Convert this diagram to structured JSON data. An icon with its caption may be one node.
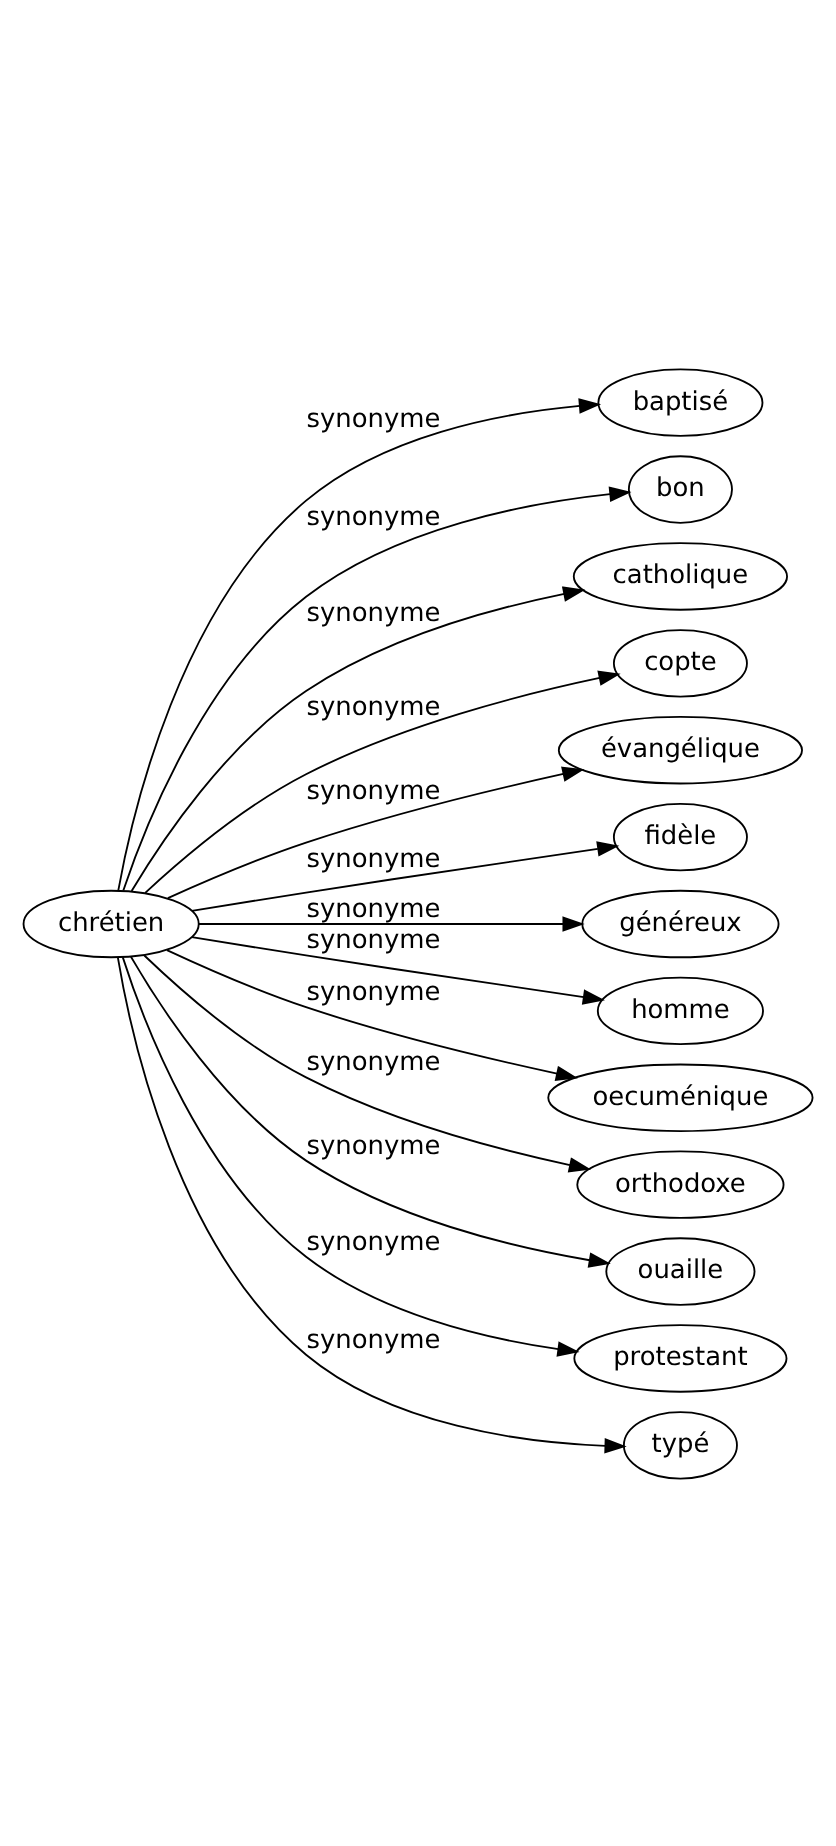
{
  "diagram": {
    "nodes": [
      {
        "text": [
          "chrétien"
        ]
      },
      {
        "text": [
          "baptisé"
        ]
      },
      {
        "text": [
          "bon"
        ]
      },
      {
        "text": [
          "catholique"
        ]
      },
      {
        "text": [
          "copte"
        ]
      },
      {
        "text": [
          "évangélique"
        ]
      },
      {
        "text": [
          "fidèle"
        ]
      },
      {
        "text": [
          "généreux"
        ]
      },
      {
        "text": [
          "homme"
        ]
      },
      {
        "text": [
          "oecuménique"
        ]
      },
      {
        "text": [
          "orthodoxe"
        ]
      },
      {
        "text": [
          "ouaille"
        ]
      },
      {
        "text": [
          "protestant"
        ]
      },
      {
        "text": [
          "typé"
        ]
      }
    ],
    "edges": [
      {
        "from": 0,
        "to": 1,
        "arrow": "to",
        "label": "synonyme"
      },
      {
        "from": 0,
        "to": 2,
        "arrow": "to",
        "label": "synonyme"
      },
      {
        "from": 0,
        "to": 3,
        "arrow": "to",
        "label": "synonyme"
      },
      {
        "from": 0,
        "to": 4,
        "arrow": "to",
        "label": "synonyme"
      },
      {
        "from": 0,
        "to": 5,
        "arrow": "to",
        "label": "synonyme"
      },
      {
        "from": 0,
        "to": 6,
        "arrow": "to",
        "label": "synonyme"
      },
      {
        "from": 0,
        "to": 7,
        "arrow": "to",
        "label": "synonyme"
      },
      {
        "from": 0,
        "to": 8,
        "arrow": "to",
        "label": "synonyme"
      },
      {
        "from": 0,
        "to": 9,
        "arrow": "to",
        "label": "synonyme"
      },
      {
        "from": 0,
        "to": 10,
        "arrow": "to",
        "label": "synonyme"
      },
      {
        "from": 0,
        "to": 11,
        "arrow": "to",
        "label": "synonyme"
      },
      {
        "from": 0,
        "to": 12,
        "arrow": "to",
        "label": "synonyme"
      },
      {
        "from": 0,
        "to": 13,
        "arrow": "to",
        "label": "synonyme"
      }
    ]
  }
}
